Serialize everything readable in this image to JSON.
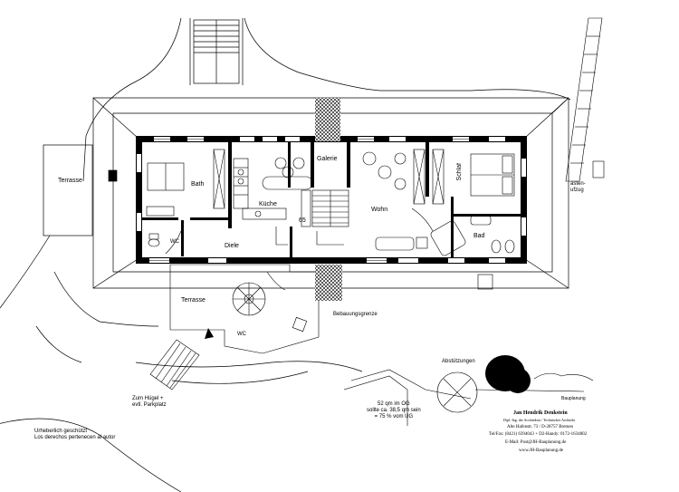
{
  "rooms": {
    "terrasse_west": "Terrasse",
    "bath": "Bath",
    "wc_1": "WC",
    "kueche": "Küche",
    "area_65": "65",
    "galerie": "Galerie",
    "wohn": "Wohn",
    "schlaf": "Schlaf",
    "bad": "Bad",
    "diele": "Diele",
    "terrasse_south": "Terrasse",
    "wc_2": "WC"
  },
  "site": {
    "garten_aufzug": "asten-\nufzug",
    "bebauungsgrenze": "Bebauungsgrenze",
    "hill_note": "Zum Hügel +\nevtl. Parkplatz",
    "abstuetzungen": "Abstützungen"
  },
  "area_note": "52 qm im OG\nsollte ca. 38,5 qm sein\n= 75 % vom UG",
  "copyright": "Urheberlich geschützt\nLos derechos pertenecen al autor",
  "architect": {
    "signature_label": "Bauplanung",
    "name": "Jan Hendrik Denkstein",
    "title": "Dipl.-Ing. der Architektur / Technischer Architekt",
    "address": "Alte Hafenstr. 73 / D-28757 Bremen",
    "phone": "Tel/Fax: (0421) 6394043 + D2-Handy: 0172-1634802",
    "email": "E-Mail: Post@JH-Bauplanung.de",
    "web": "www.JH-Bauplanung.de"
  }
}
